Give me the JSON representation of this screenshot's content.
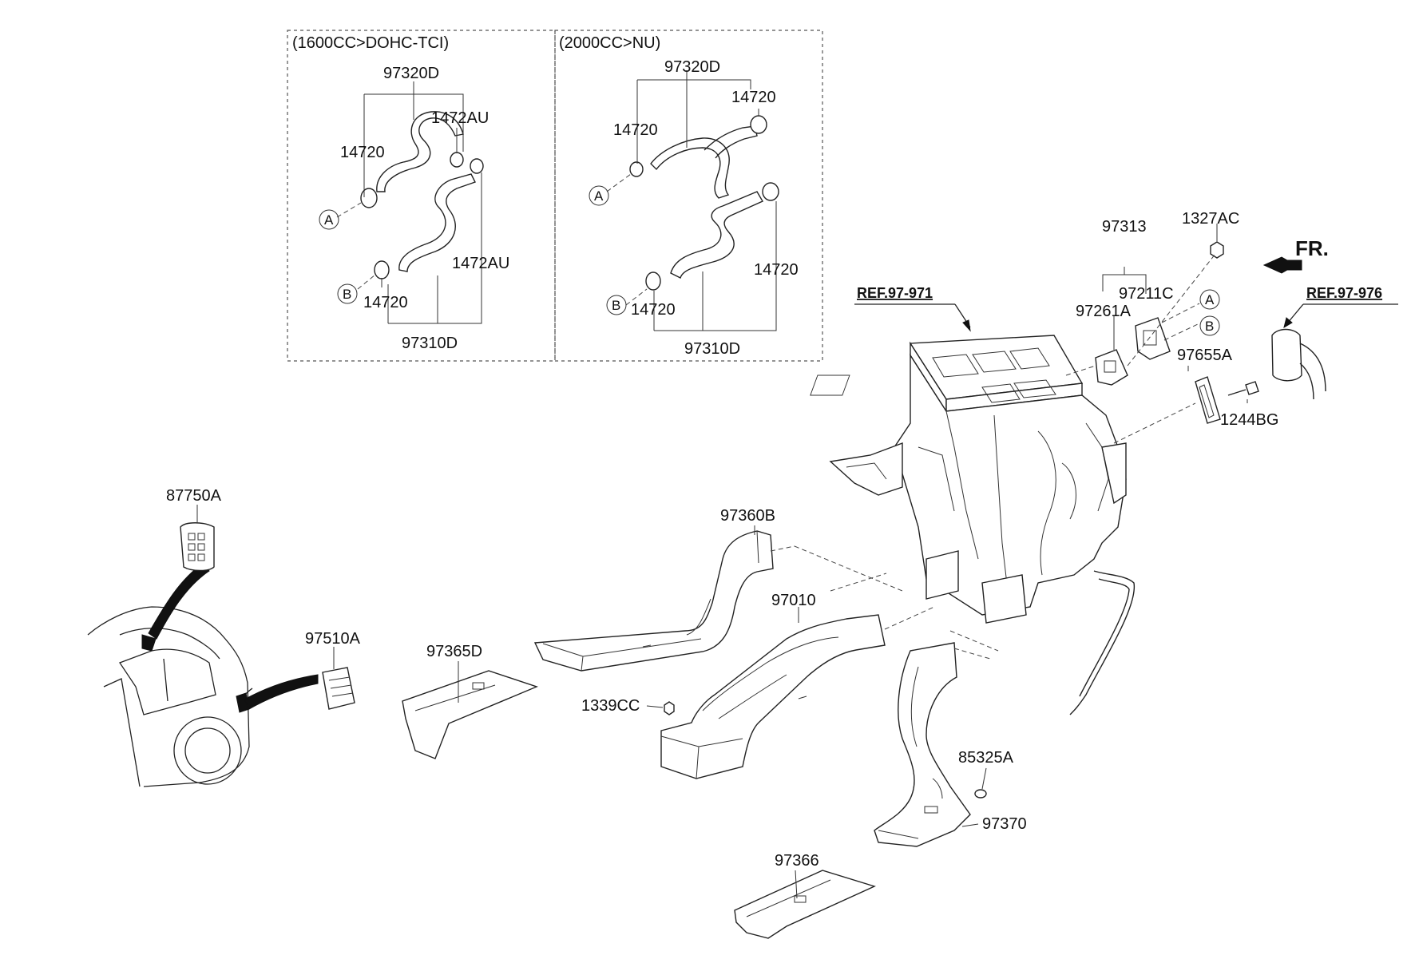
{
  "insets": [
    {
      "title": "(1600CC>DOHC-TCI)"
    },
    {
      "title": "(2000CC>NU)"
    }
  ],
  "parts": {
    "i1_97320D": "97320D",
    "i1_1472AU_top": "1472AU",
    "i1_14720_left": "14720",
    "i1_1472AU_right": "1472AU",
    "i1_14720_bottom": "14720",
    "i1_97310D": "97310D",
    "i2_97320D": "97320D",
    "i2_14720_topright": "14720",
    "i2_14720_left": "14720",
    "i2_14720_right": "14720",
    "i2_14720_bottom": "14720",
    "i2_97310D": "97310D",
    "p97313": "97313",
    "p1327AC": "1327AC",
    "p97211C": "97211C",
    "p97261A": "97261A",
    "p97655A": "97655A",
    "p1244BG": "1244BG",
    "p87750A": "87750A",
    "p97510A": "97510A",
    "p97360B": "97360B",
    "p97010": "97010",
    "p97365D": "97365D",
    "p1339CC": "1339CC",
    "p85325A": "85325A",
    "p97370": "97370",
    "p97366": "97366"
  },
  "refs": {
    "left": "REF.97-971",
    "right": "REF.97-976"
  },
  "direction": "FR.",
  "markers": {
    "a": "A",
    "b": "B"
  }
}
